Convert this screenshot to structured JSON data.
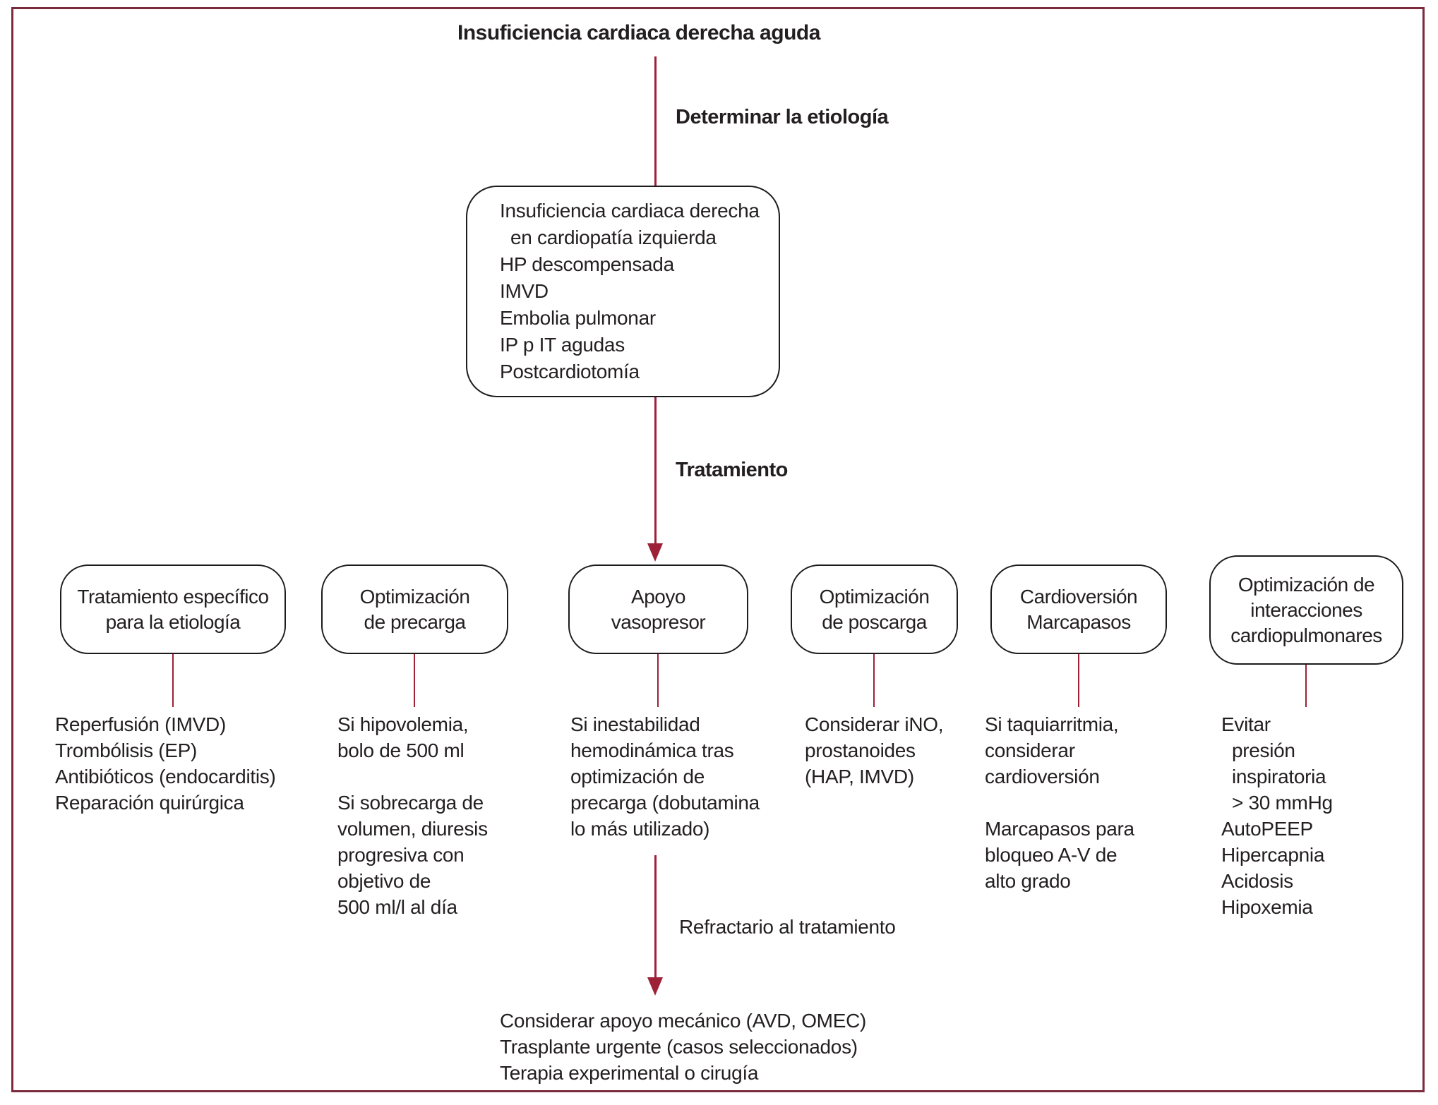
{
  "title": "Insuficiencia cardiaca derecha aguda",
  "colors": {
    "line": "#9d2137",
    "frame": "#7c2b3d",
    "text": "#231f20",
    "box_border": "#1c1c1c"
  },
  "flow": {
    "determine_label": "Determinar la etiología",
    "etiology_text": "Insuficiencia cardiaca derecha\n  en cardiopatía izquierda\nHP descompensada\nIMVD\nEmbolia pulmonar\nIP p IT agudas\nPostcardiotomía",
    "treatment_label": "Tratamiento",
    "refractory_label": "Refractario al tratamiento",
    "outcome_text": "Considerar apoyo mecánico (AVD, OMEC)\nTrasplante urgente (casos seleccionados)\nTerapia experimental o cirugía"
  },
  "treatments": [
    {
      "box_label": "Tratamiento específico\npara la etiología",
      "detail": "Reperfusión (IMVD)\nTrombólisis (EP)\nAntibióticos (endocarditis)\nReparación quirúrgica"
    },
    {
      "box_label": "Optimización\nde precarga",
      "detail": "Si hipovolemia,\nbolo de 500 ml\n\nSi sobrecarga de\nvolumen, diuresis\nprogresiva con\nobjetivo de\n500 ml/l al día"
    },
    {
      "box_label": "Apoyo\nvasopresor",
      "detail": "Si inestabilidad\nhemodinámica tras\noptimización de\nprecarga (dobutamina\nlo más utilizado)"
    },
    {
      "box_label": "Optimización\nde poscarga",
      "detail": "Considerar iNO,\nprostanoides\n(HAP, IMVD)"
    },
    {
      "box_label": "Cardioversión\nMarcapasos",
      "detail": "Si taquiarritmia,\nconsiderar\ncardioversión\n\nMarcapasos para\nbloqueo A-V de\nalto grado"
    },
    {
      "box_label": "Optimización de\ninteracciones\ncardiopulmonares",
      "detail": "Evitar\n  presión\n  inspiratoria\n  > 30 mmHg\nAutoPEEP\nHipercapnia\nAcidosis\nHipoxemia"
    }
  ]
}
